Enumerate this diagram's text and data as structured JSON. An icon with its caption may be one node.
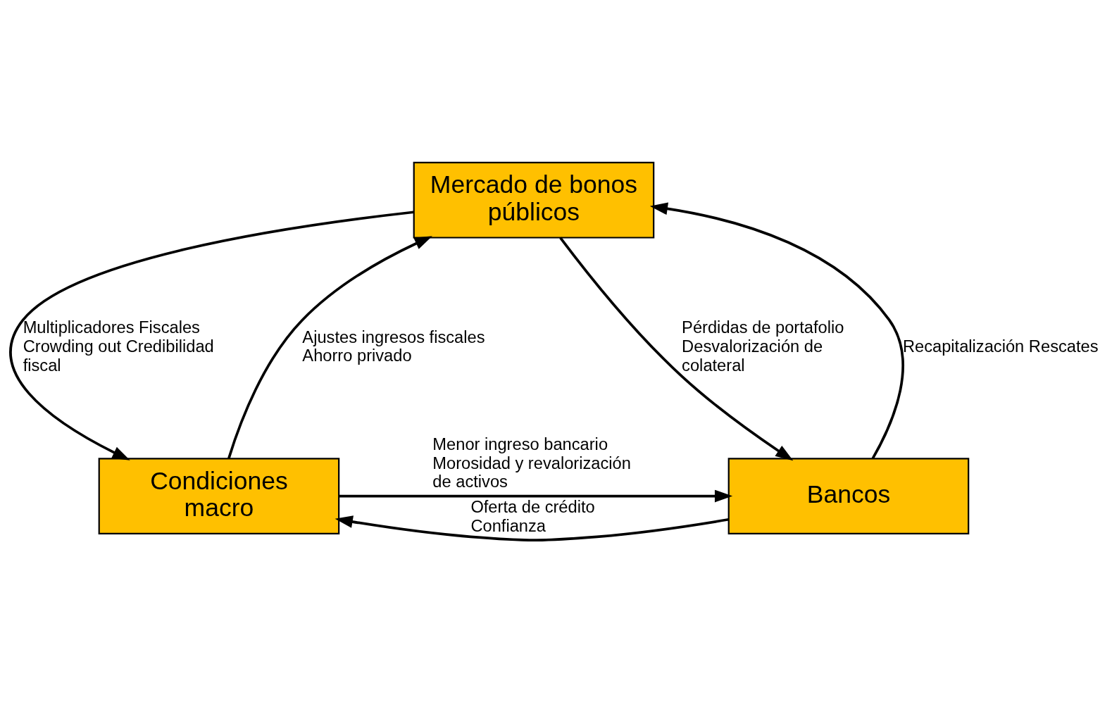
{
  "diagram": {
    "nodes": [
      {
        "text": [
          "Mercado de bonos públicos"
        ]
      },
      {
        "text": [
          "Condiciones macro"
        ]
      },
      {
        "text": [
          "Bancos"
        ]
      }
    ],
    "edges": [
      {
        "from": 1,
        "to": 0,
        "arrow": "to",
        "label": "Ajustes ingresos fiscales Ahorro privado"
      },
      {
        "from": 0,
        "to": 1,
        "arrow": "to",
        "label": "Multiplicadores Fiscales Crowding out Credibilidad fiscal"
      },
      {
        "from": 0,
        "to": 2,
        "arrow": "to",
        "label": "Pérdidas de portafolio Desvalorización de colateral"
      },
      {
        "from": 2,
        "to": 0,
        "arrow": "to",
        "label": "Recapitalización Rescates"
      },
      {
        "from": 1,
        "to": 2,
        "arrow": "to",
        "label": "Menor ingreso bancario Morosidad y revalorización de activos"
      },
      {
        "from": 2,
        "to": 1,
        "arrow": "to",
        "label": "Oferta de crédito Confianza"
      }
    ]
  }
}
